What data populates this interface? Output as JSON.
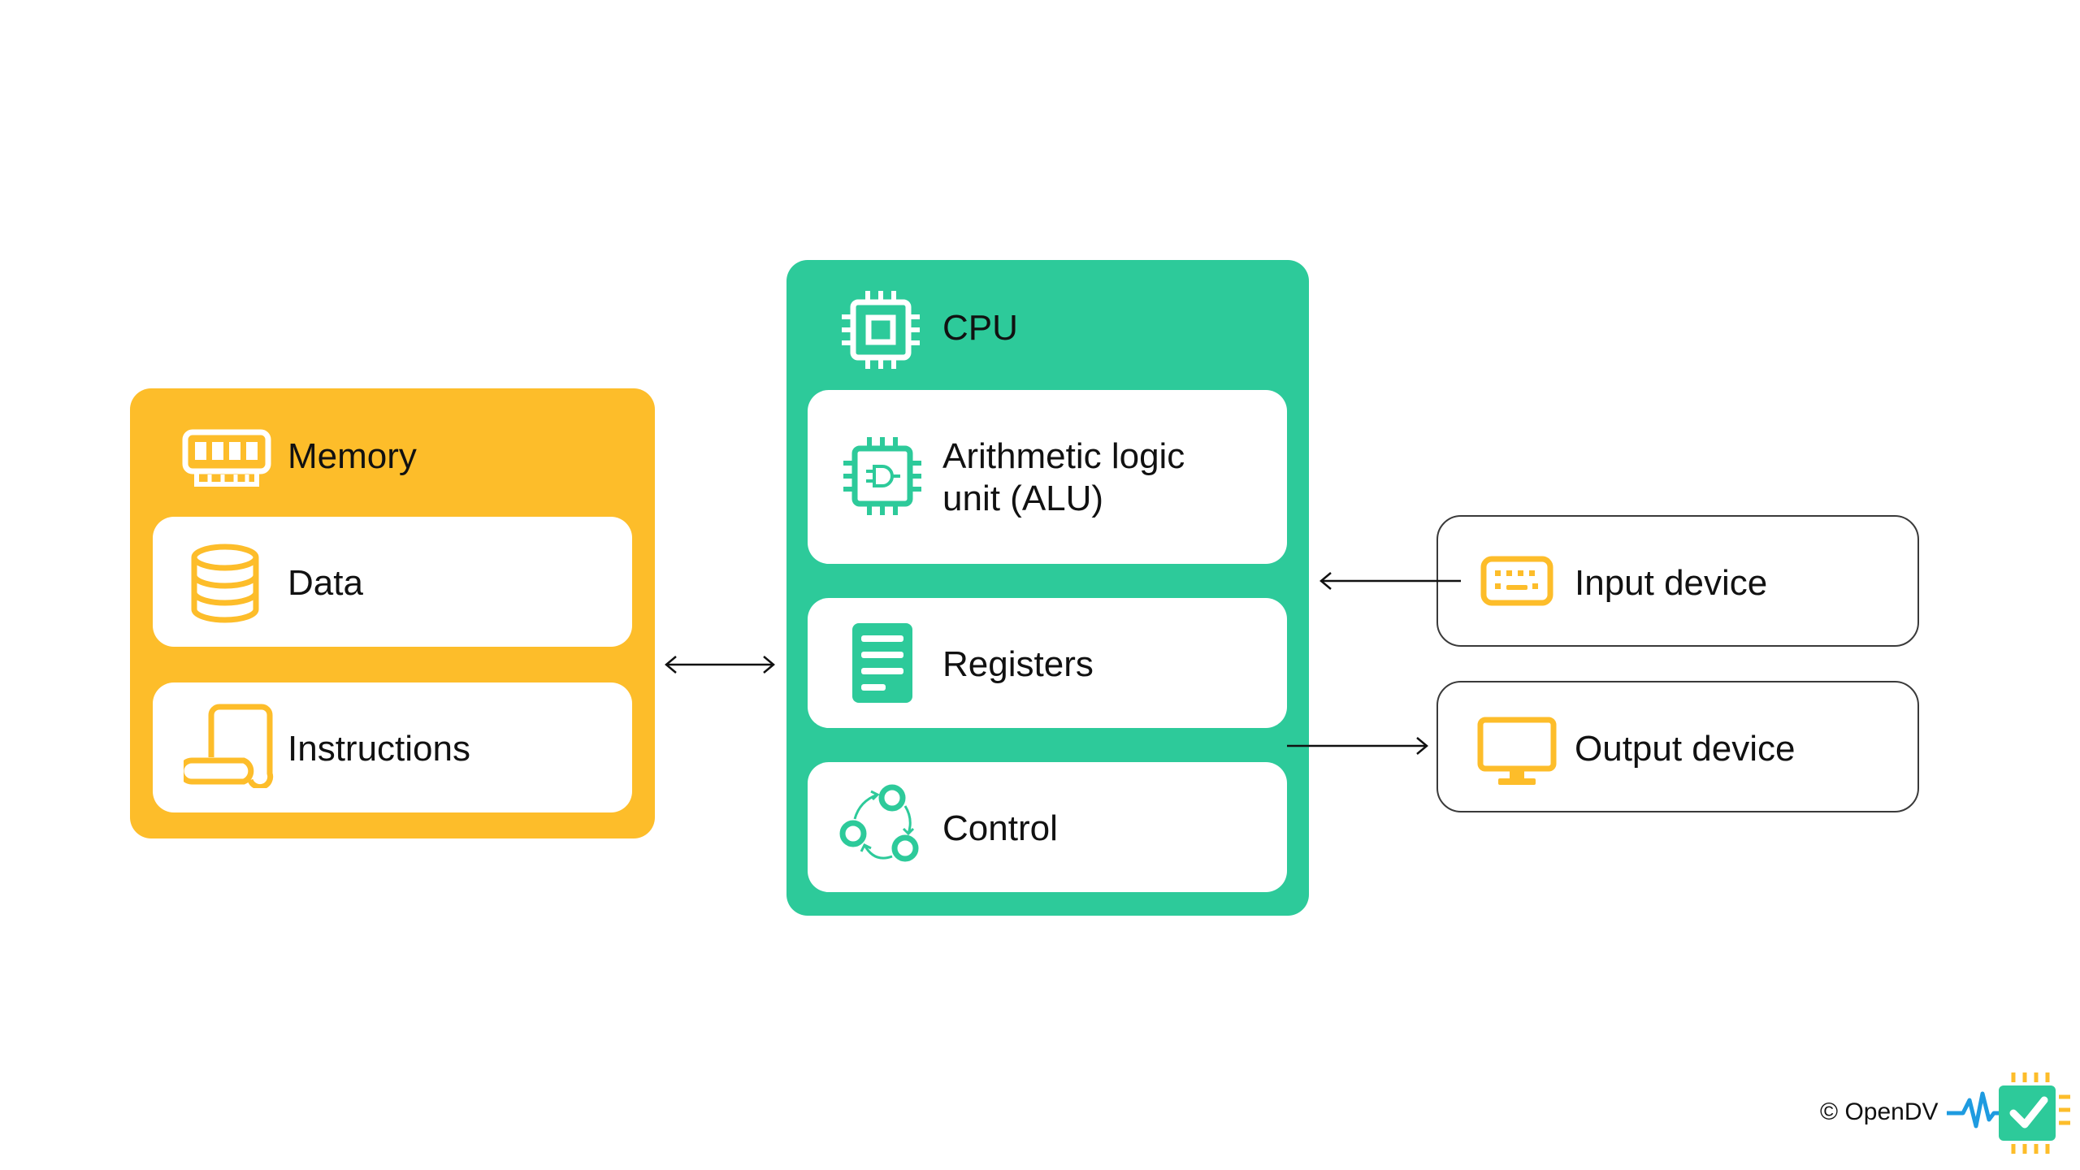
{
  "memory": {
    "title": "Memory",
    "items": [
      {
        "label": "Data",
        "icon": "database-icon"
      },
      {
        "label": "Instructions",
        "icon": "scroll-icon"
      }
    ],
    "color": "#FDBD2A",
    "icon": "ram-module-icon"
  },
  "cpu": {
    "title": "CPU",
    "items": [
      {
        "label_line1": "Arithmetic logic",
        "label_line2": "unit (ALU)",
        "icon": "logic-gate-chip-icon"
      },
      {
        "label": "Registers",
        "icon": "registers-icon"
      },
      {
        "label": "Control",
        "icon": "control-cycle-icon"
      }
    ],
    "color": "#2DCA9A",
    "icon": "cpu-chip-icon"
  },
  "devices": {
    "input": {
      "label": "Input device",
      "icon": "keyboard-icon"
    },
    "output": {
      "label": "Output device",
      "icon": "monitor-icon"
    }
  },
  "footer": {
    "copyright": "© OpenDV",
    "logo_icon": "opendv-logo-icon"
  }
}
